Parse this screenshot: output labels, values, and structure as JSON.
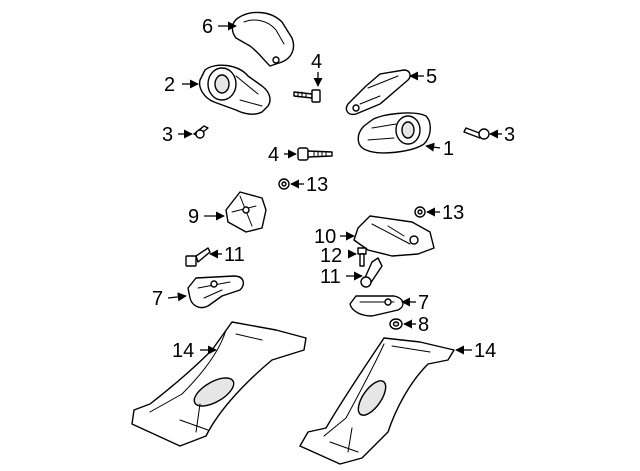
{
  "diagram": {
    "callouts": [
      {
        "id": "c6",
        "label": "6"
      },
      {
        "id": "c2",
        "label": "2"
      },
      {
        "id": "c4a",
        "label": "4"
      },
      {
        "id": "c5",
        "label": "5"
      },
      {
        "id": "c3a",
        "label": "3"
      },
      {
        "id": "c3b",
        "label": "3"
      },
      {
        "id": "c1",
        "label": "1"
      },
      {
        "id": "c4b",
        "label": "4"
      },
      {
        "id": "c13a",
        "label": "13"
      },
      {
        "id": "c13b",
        "label": "13"
      },
      {
        "id": "c9",
        "label": "9"
      },
      {
        "id": "c10",
        "label": "10"
      },
      {
        "id": "c12",
        "label": "12"
      },
      {
        "id": "c11a",
        "label": "11"
      },
      {
        "id": "c11b",
        "label": "11"
      },
      {
        "id": "c7a",
        "label": "7"
      },
      {
        "id": "c7b",
        "label": "7"
      },
      {
        "id": "c8",
        "label": "8"
      },
      {
        "id": "c14a",
        "label": "14"
      },
      {
        "id": "c14b",
        "label": "14"
      }
    ]
  }
}
